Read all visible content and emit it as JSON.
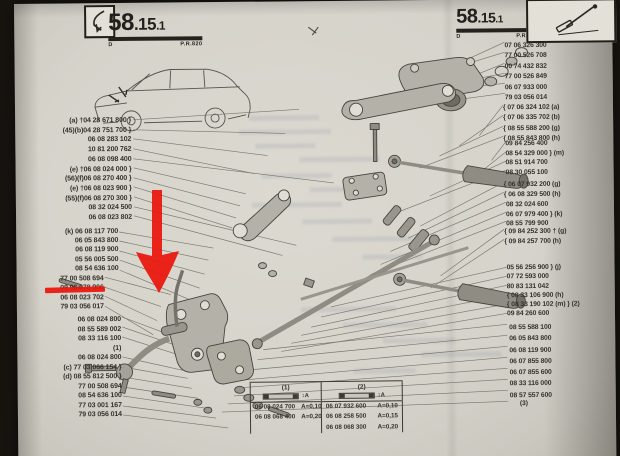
{
  "colors": {
    "photo_bg": "#171410",
    "paper": "#d7d4cc",
    "ink": "#34322c",
    "annotation_red": "#e9150b"
  },
  "page_code": {
    "main": "58",
    "mid": ".15",
    "sub": ".1",
    "letter": "D",
    "ref": "P.R.820"
  },
  "icons": {
    "top_left_box": "hook-mark-icon",
    "top_right_box": "pedal-lever-icon",
    "car": "car-sketch",
    "diagram": "exploded-steering-linkage-diagram"
  },
  "left_column": {
    "block_a": [
      "(a) †04 28 671 800 }",
      "(45)(b)04 28 751 700 }",
      "06 08 283 102",
      "10 81 200 762",
      "06 08 098 400",
      "(e) †06 08 024 000 }",
      "(56)(f)06 08 270 400 }",
      "(e) †06 08 023 900 }",
      "(55)(f)06 08 270 300 }",
      "08 32 024 500",
      "06 08 023 802"
    ],
    "block_b": [
      "(k) 06 08 117 700",
      "06 05 843 800",
      "06 08 119 900",
      "05 56 005 500",
      "08 54 636 100"
    ],
    "block_c": [
      "77 00 508 694",
      "09 96 078 906",
      "06 08 023 702",
      "79 03 056 017"
    ],
    "block_d": [
      "06 08 024 800",
      "08 55 589 002",
      "08 33 116 100",
      "(1)",
      "06 08 024 800",
      "(c) 77 03 066 154 }",
      "(d) 08 55 812 500 }",
      "77 00 508 694",
      "08 54 636 100",
      "77 03 001 167",
      "79 03 056 014"
    ]
  },
  "right_column": {
    "block_a": [
      "07 06 326 300",
      "77 00 526 708",
      "00 74 432 832",
      "77 00 526 849",
      "06 07 933 000",
      "79 03 056 014"
    ],
    "block_b": [
      "{ 07 06 324 102 (a)",
      "{ 07 06 335 702 (b)"
    ],
    "block_c": [
      "{ 08 55 588 200 (g)",
      "{ 08 55 843 800 (h)"
    ],
    "block_d": [
      "09 84 256 400",
      "08 54 329 000 } (m)",
      "08 51 914 700",
      "08 30 055 100"
    ],
    "block_e": [
      "{ 06 07 932 200 (g)",
      "{ 06 08 329 500 (h)"
    ],
    "block_f": [
      "08 32 024 600",
      "06 07 979 400 } (k)",
      "08 55 799 900"
    ],
    "block_g": [
      "{ 09 84 252 300 † (g)",
      "{ 09 84 257 700 (h)"
    ],
    "block_h": [
      "05 56 256 900 } (j)",
      "07 72 593 000",
      "80 83 131 042",
      "{ 08 33 106 900 (h)",
      "{ 08 33 190 102 (m) } (2)",
      "09 84 260 600"
    ],
    "block_i": [
      "08 55 588 100",
      "06 05 843 800",
      "06 08 119 900",
      "06 07 855 800",
      "06 07 855 600",
      "08 33 116 000",
      "08 57 557 600"
    ],
    "footnote": "(3)"
  },
  "tables": [
    {
      "label": "(1)",
      "dim": "↕A",
      "rows": [
        {
          "part": "06 08 024 700",
          "dim": "A=0,10"
        },
        {
          "part": "06 08 068 400",
          "dim": "A=0,20"
        }
      ]
    },
    {
      "label": "(2)",
      "dim": "↕A",
      "rows": [
        {
          "part": "06 07 932 600",
          "dim": "A=0,10"
        },
        {
          "part": "06 08 258 500",
          "dim": "A=0,15"
        },
        {
          "part": "06 08 068 300",
          "dim": "A=0,20"
        }
      ]
    }
  ],
  "annotations": {
    "highlighted_part": "09 96 078 906",
    "arrow": "red-down-arrow"
  }
}
